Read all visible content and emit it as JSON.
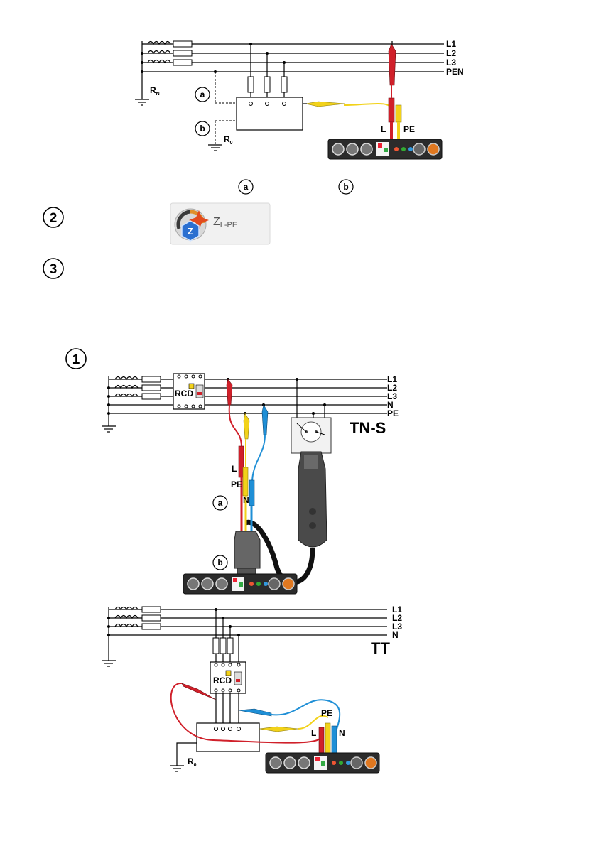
{
  "diagram1": {
    "lines": [
      "L1",
      "L2",
      "L3",
      "PEN"
    ],
    "rn_label": "R",
    "rn_sub": "N",
    "ro_label": "R",
    "ro_sub": "0",
    "marker_a": "a",
    "marker_b": "b",
    "probe_l": "L",
    "probe_pe": "PE"
  },
  "legend_markers": {
    "a": "a",
    "b": "b"
  },
  "steps": {
    "s1": "1",
    "s2": "2",
    "s3": "3"
  },
  "zlpe": {
    "main": "Z",
    "sub": "L-PE"
  },
  "diagram2": {
    "lines": [
      "L1",
      "L2",
      "L3",
      "N",
      "PE"
    ],
    "rcd": "RCD",
    "title": "TN-S",
    "probe_l": "L",
    "probe_pe": "PE",
    "probe_n": "N",
    "marker_a": "a",
    "marker_b": "b"
  },
  "diagram3": {
    "lines": [
      "L1",
      "L2",
      "L3",
      "N"
    ],
    "rcd": "RCD",
    "title": "TT",
    "ro_label": "R",
    "ro_sub": "0",
    "probe_l": "L",
    "probe_pe": "PE",
    "probe_n": "N"
  },
  "colors": {
    "red": "#d0202a",
    "yellow": "#f2d21a",
    "blue": "#1f8fd6",
    "meter": "#2b2b2b",
    "plug": "#555555"
  }
}
